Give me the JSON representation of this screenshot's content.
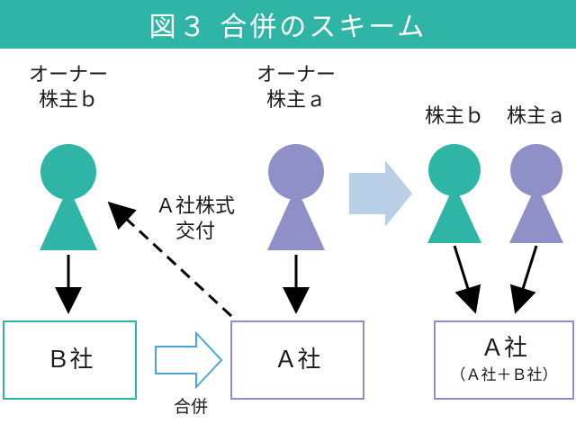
{
  "title": "図３ 合併のスキーム",
  "colors": {
    "teal": "#2eb5a5",
    "purple": "#8f90c7",
    "box_purple_border": "#8f90c7",
    "box_teal_border": "#2eb5a5",
    "light_arrow": "#b9cfe6",
    "arrow_outline": "#4aa6e0"
  },
  "left_person": {
    "line1": "オーナー",
    "line2": "株主ｂ"
  },
  "middle_person": {
    "line1": "オーナー",
    "line2": "株主ａ"
  },
  "right_person_b": {
    "label": "株主ｂ"
  },
  "right_person_a": {
    "label": "株主ａ"
  },
  "share_delivery": {
    "line1": "Ａ社株式",
    "line2": "交付"
  },
  "merger_label": "合併",
  "box_b": {
    "name": "Ｂ社"
  },
  "box_a": {
    "name": "Ａ社"
  },
  "box_result": {
    "name": "Ａ社",
    "sub": "（Ａ社＋Ｂ社）"
  }
}
